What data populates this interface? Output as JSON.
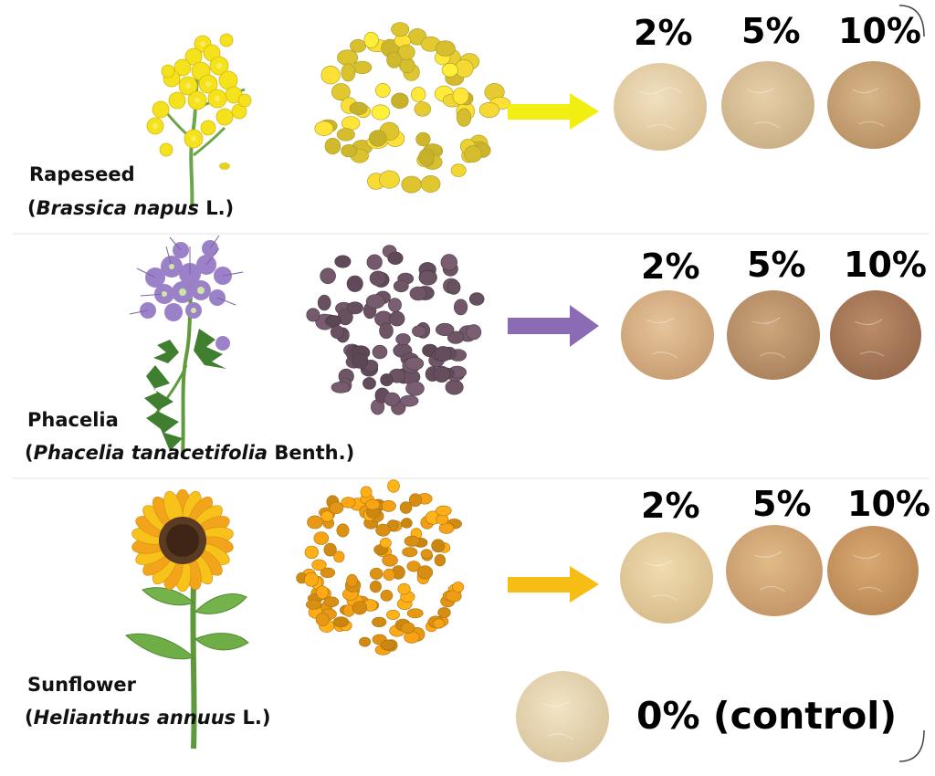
{
  "rows": [
    {
      "common_name": "Rapeseed",
      "latin_genus_species": "Brassica napus",
      "latin_authority": "L.",
      "pollen_color": "#f2d734",
      "arrow_color": "#f1ee12",
      "percentages": [
        "2%",
        "5%",
        "10%"
      ]
    },
    {
      "common_name": "Phacelia",
      "latin_genus_species": "Phacelia tanacetifolia",
      "latin_authority": "Benth.",
      "pollen_color": "#6e5566",
      "arrow_color": "#8b6bb4",
      "percentages": [
        "2%",
        "5%",
        "10%"
      ]
    },
    {
      "common_name": "Sunflower",
      "latin_genus_species": "Helianthus annuus",
      "latin_authority": "L.",
      "pollen_color": "#f4a115",
      "arrow_color": "#f6bd14",
      "percentages": [
        "2%",
        "5%",
        "10%"
      ]
    }
  ],
  "control": {
    "label": "0% (control)"
  },
  "cookie_colors": {
    "rapeseed": [
      "#e9d4ac",
      "#dcc29a",
      "#cfa979"
    ],
    "phacelia": [
      "#dcb68a",
      "#c69a71",
      "#b17e5e"
    ],
    "sunflower": [
      "#e8cf9c",
      "#d7ad77",
      "#cf9a62"
    ],
    "control": "#ead9b6"
  }
}
